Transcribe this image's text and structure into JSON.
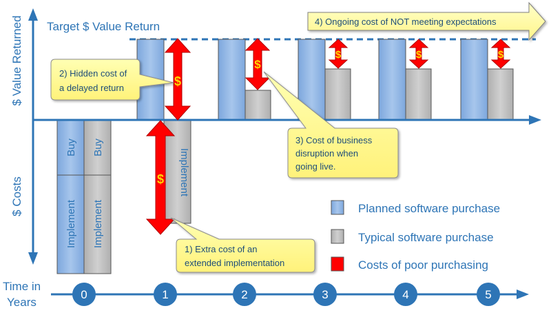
{
  "axis_labels": {
    "y_top": "$ Value Returned",
    "y_bottom": "$ Costs",
    "x_line1": "Time in",
    "x_line2": "Years"
  },
  "target_label": "Target $ Value Return",
  "years": [
    "0",
    "1",
    "2",
    "3",
    "4",
    "5"
  ],
  "year0": {
    "buy": "Buy",
    "implement": "Implement"
  },
  "year1_implement": "Implement",
  "dollar_sign": "$",
  "callouts": {
    "c1": [
      "1) Extra cost of  an",
      "extended  implementation"
    ],
    "c2": [
      "2) Hidden cost of",
      "a delayed return"
    ],
    "c3": [
      "3) Cost of business",
      "disruption when",
      "going live."
    ],
    "c4": "4) Ongoing cost of NOT meeting expectations"
  },
  "legend": [
    {
      "label": "Planned software purchase",
      "color": "#8DB3E2"
    },
    {
      "label": "Typical software purchase",
      "color": "#BFBFBF"
    },
    {
      "label": "Costs of poor purchasing",
      "color": "#FF0000"
    }
  ],
  "colors": {
    "accent": "#2E75B6",
    "planned": "#8DB3E2",
    "typical": "#BFBFBF",
    "poor": "#FF0000",
    "callout": "#FFFF99",
    "year_circle": "#2E75B6"
  }
}
